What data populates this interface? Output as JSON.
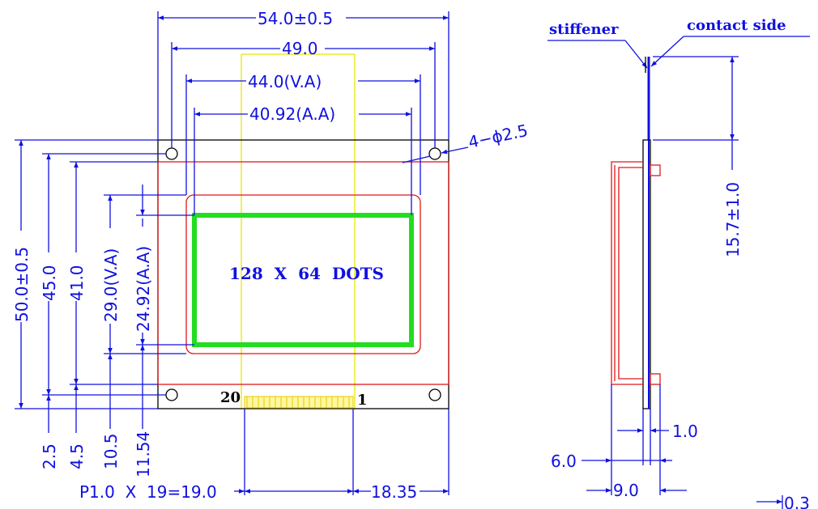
{
  "diagram": {
    "top_dims": {
      "outer_width": "54.0±0.5",
      "mount_pitch": "49.0",
      "viewing_area": "44.0(V.A)",
      "active_area": "40.92(A.A)"
    },
    "hole_note": "4−ϕ2.5",
    "left_dims": {
      "outer_height": "50.0±0.5",
      "mount_pitch": "45.0",
      "bezel_height": "41.0",
      "viewing_area": "29.0(V.A)",
      "active_area": "24.92(A.A)"
    },
    "bottom_dims": {
      "d1": "2.5",
      "d2": "4.5",
      "d3": "10.5",
      "d4": "11.54",
      "pitch_note": "P1.0  X  19=19.0",
      "pin_offset": "18.35"
    },
    "display_label": "128  X  64  DOTS",
    "pin_first": "20",
    "pin_last": "1",
    "side_view": {
      "stiffener_label": "stiffener",
      "contact_label": "contact side",
      "tail_length": "15.7±1.0",
      "pcb_thickness": "1.0",
      "module_depth": "6.0",
      "total_depth": "9.0",
      "cut_dim": "0.3"
    }
  }
}
